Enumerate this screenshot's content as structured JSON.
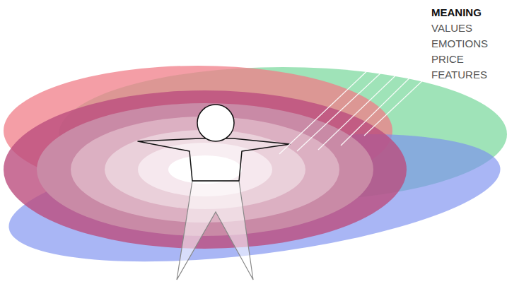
{
  "diagram": {
    "labels": [
      "MEANING",
      "VALUES",
      "EMOTIONS",
      "PRICE",
      "FEATURES"
    ]
  }
}
